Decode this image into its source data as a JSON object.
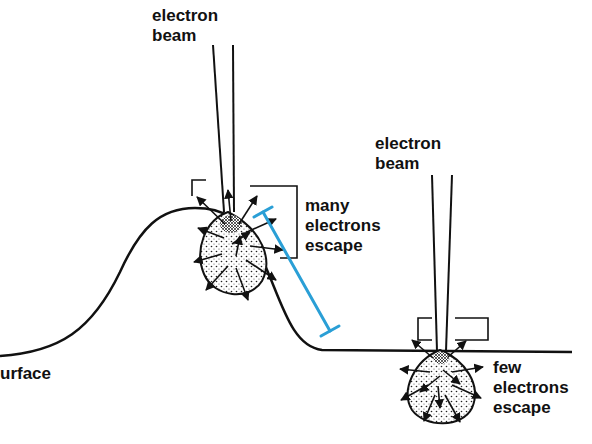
{
  "diagram": {
    "labels": [
      "electron beam",
      "many electrons escape",
      "electron beam",
      "few electrons escape",
      "urface"
    ]
  }
}
